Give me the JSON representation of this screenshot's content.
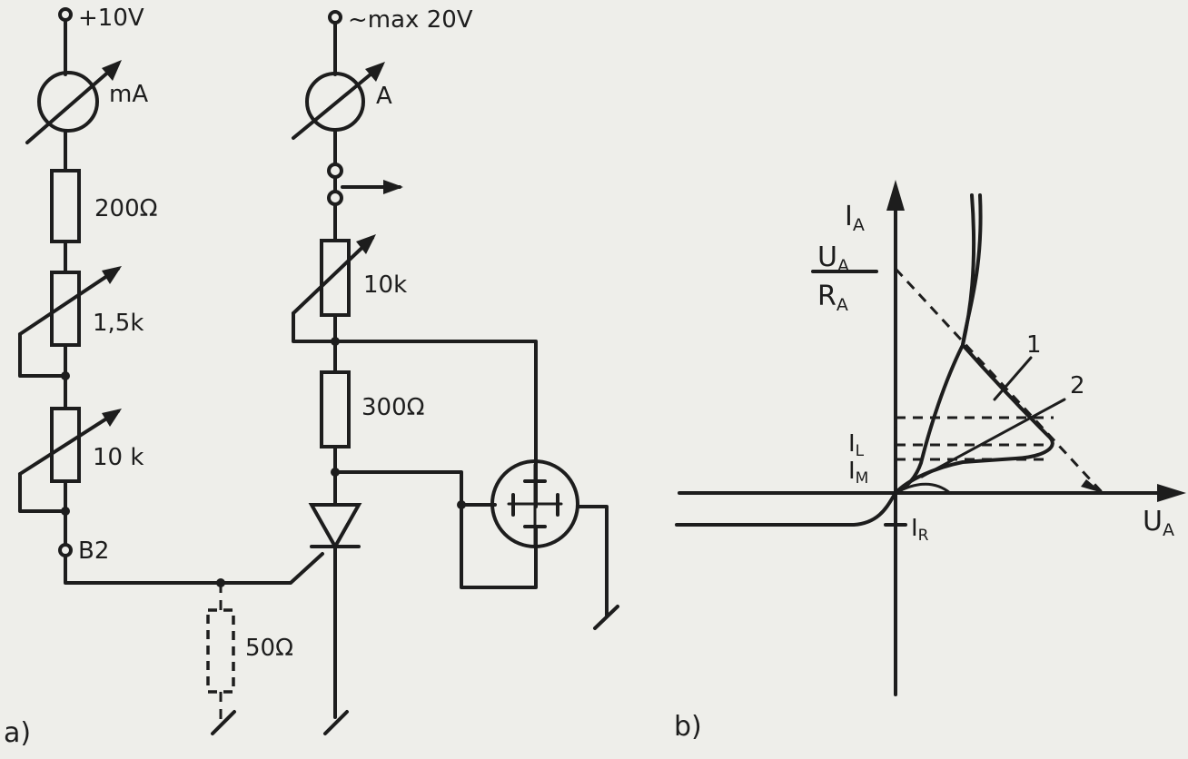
{
  "circuit_a": {
    "supply_left": "+10V",
    "meter_left": "mA",
    "r_200": "200Ω",
    "r_var_1_5k": "1,5k",
    "r_var_10k_left": "10 k",
    "terminal_b2": "B2",
    "r_50": "50Ω",
    "supply_right": "~max 20V",
    "meter_right": "A",
    "r_var_10k_right": "10k",
    "r_300": "300Ω",
    "panel_label": "a)"
  },
  "graph_b": {
    "y_axis": "I",
    "y_axis_sub": "A",
    "x_axis": "U",
    "x_axis_sub": "A",
    "ratio_num": "U",
    "ratio_num_sub": "A",
    "ratio_den": "R",
    "ratio_den_sub": "A",
    "i_l": "I",
    "i_l_sub": "L",
    "i_m": "I",
    "i_m_sub": "M",
    "i_r": "I",
    "i_r_sub": "R",
    "curve_1": "1",
    "curve_2": "2",
    "panel_label": "b)"
  }
}
